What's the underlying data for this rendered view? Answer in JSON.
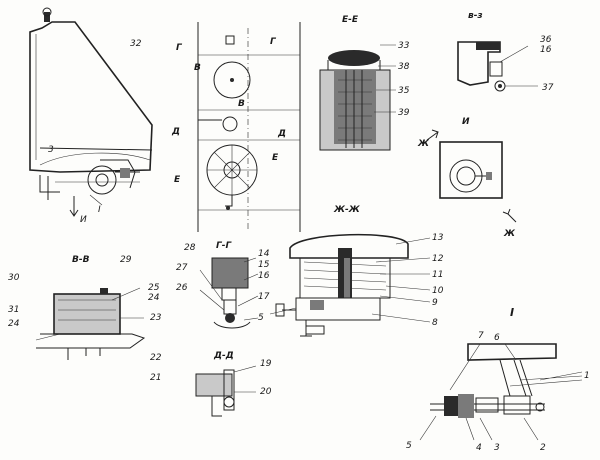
{
  "sections": {
    "ee": "Е-Е",
    "vz": "в-з",
    "gg_top": "Г",
    "gg_top2": "Г",
    "v_mark": "В",
    "v_mark2": "В",
    "d_mark": "Д",
    "d_mark2": "Д",
    "e_mark": "Е",
    "e_mark2": "Е",
    "i_view": "И",
    "zh_mark": "Ж",
    "zh_mark2": "Ж",
    "zhzh": "Ж-Ж",
    "vv": "В-В",
    "gg": "Г-Г",
    "dd": "Д-Д",
    "detail_I": "I",
    "detail_I_small": "I",
    "i_arrow": "И"
  },
  "labels": {
    "n32": "32",
    "n33": "33",
    "n38": "38",
    "n35": "35",
    "n39": "39",
    "n36": "36",
    "n16a": "16",
    "n37": "37",
    "n13": "13",
    "n12": "12",
    "n11": "11",
    "n10": "10",
    "n9": "9",
    "n8": "8",
    "n14": "14",
    "n15": "15",
    "n16": "16",
    "n17": "17",
    "n5a": "5",
    "n28": "28",
    "n27": "27",
    "n26": "26",
    "n30": "30",
    "n29": "29",
    "n25": "25",
    "n24a": "24",
    "n23": "23",
    "n31": "31",
    "n24b": "24",
    "n22": "22",
    "n21": "21",
    "n19": "19",
    "n20": "20",
    "n7": "7",
    "n6": "6",
    "n1": "1",
    "n5b": "5",
    "n4": "4",
    "n3": "3",
    "n2": "2",
    "n3tank": "3"
  }
}
